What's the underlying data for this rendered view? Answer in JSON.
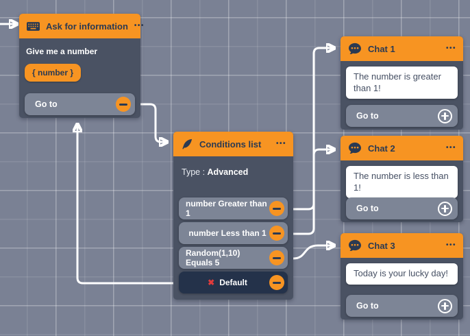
{
  "colors": {
    "accent_orange": "#f79422",
    "canvas_bg": "#7a8194",
    "node_body": "#4a5263",
    "row_bg": "#7d8596",
    "default_row_bg": "#24324a",
    "header_text": "#2b3a52",
    "wire": "#ffffff",
    "danger_red": "#e03b3b",
    "message_text": "#454f63"
  },
  "nodes": {
    "ask": {
      "icon": "keyboard-icon",
      "title": "Ask for information",
      "menu_icon": "•••",
      "question": "Give me a number",
      "variable": "{ number }",
      "goto_label": "Go to"
    },
    "conditions": {
      "icon": "quill-icon",
      "title": "Conditions list",
      "menu_icon": "•••",
      "type_label": "Type :",
      "type_value": "Advanced",
      "rows": [
        {
          "label": "number Greater than 1"
        },
        {
          "label": "number Less than 1"
        },
        {
          "label": "Random(1,10) Equals 5"
        },
        {
          "label": "Default",
          "glyph": "✖"
        }
      ]
    },
    "chat1": {
      "icon": "chat-icon",
      "title": "Chat 1",
      "menu_icon": "•••",
      "message": "The number is greater than 1!",
      "goto_label": "Go to"
    },
    "chat2": {
      "icon": "chat-icon",
      "title": "Chat 2",
      "menu_icon": "•••",
      "message": "The number is less than 1!",
      "goto_label": "Go to"
    },
    "chat3": {
      "icon": "chat-icon",
      "title": "Chat 3",
      "menu_icon": "•••",
      "message": "Today is your lucky day!",
      "goto_label": "Go to"
    }
  },
  "connections": [
    {
      "from": "canvas-left-edge",
      "to": "ask-for-information"
    },
    {
      "from": "ask-for-information.goto",
      "to": "conditions-list"
    },
    {
      "from": "conditions-list.number-greater-than-1",
      "to": "chat-1"
    },
    {
      "from": "conditions-list.number-less-than-1",
      "to": "chat-2"
    },
    {
      "from": "conditions-list.random-equals-5",
      "to": "chat-3"
    },
    {
      "from": "conditions-list.default",
      "to": "ask-for-information"
    }
  ]
}
